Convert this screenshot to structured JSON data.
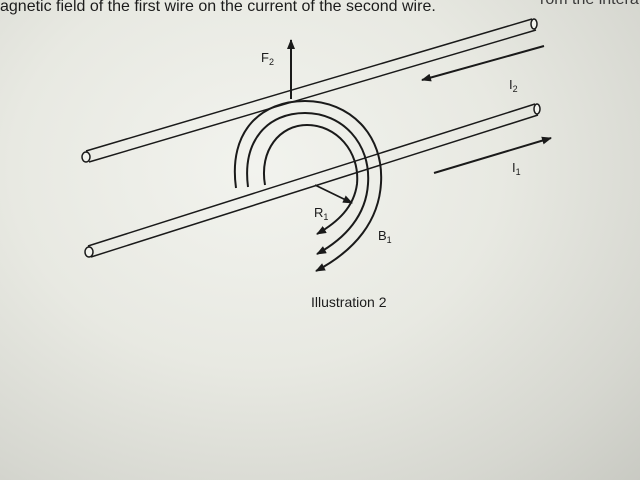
{
  "header_text": "agnetic field of the first wire on the current of the second wire.",
  "cutoff_text": "rom the intera",
  "labels": {
    "force": "F",
    "force_sub": "2",
    "current_2": "I",
    "current_2_sub": "2",
    "current_1": "I",
    "current_1_sub": "1",
    "radius": "R",
    "radius_sub": "1",
    "field": "B",
    "field_sub": "1"
  },
  "caption": "Illustration 2"
}
